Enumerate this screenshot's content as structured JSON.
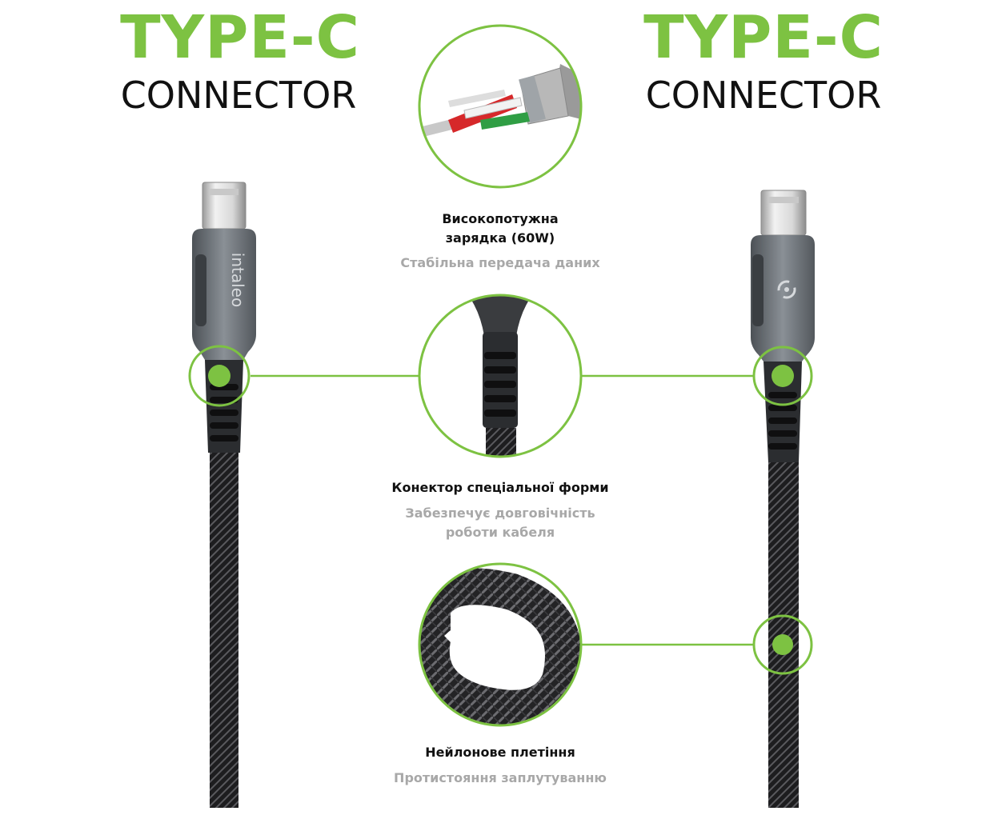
{
  "colors": {
    "accent": "#7dc242",
    "dark": "#111111",
    "muted": "#a8a8a8"
  },
  "left_heading": {
    "type": "TYPE-C",
    "connector": "CONNECTOR"
  },
  "right_heading": {
    "type": "TYPE-C",
    "connector": "CONNECTOR"
  },
  "left_cable": {
    "brand_text": "intaleo"
  },
  "features": [
    {
      "title": "Високопотужна\nзарядка (60W)",
      "subtitle": "Стабільна передача даних"
    },
    {
      "title": "Конектор спеціальної форми",
      "subtitle": "Забезпечує довговічність\nроботи кабеля"
    },
    {
      "title": "Нейлонове плетіння",
      "subtitle": "Протистояння заплутуванню"
    }
  ]
}
